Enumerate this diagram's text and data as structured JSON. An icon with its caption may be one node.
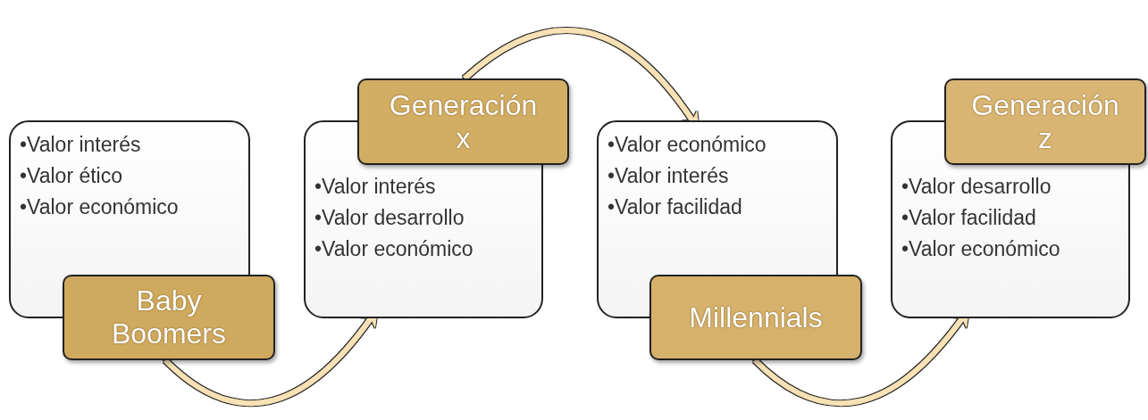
{
  "diagram": {
    "nodes": [
      {
        "text": [
          "•Valor interés",
          "•Valor ético",
          "•Valor económico"
        ]
      },
      {
        "text": [
          "Baby Boomers"
        ]
      },
      {
        "text": [
          "•Valor interés",
          "•Valor desarrollo",
          "•Valor económico"
        ]
      },
      {
        "text": [
          "Generación x"
        ]
      },
      {
        "text": [
          "•Valor económico",
          "•Valor interés",
          "•Valor facilidad"
        ]
      },
      {
        "text": [
          "Millennials"
        ]
      },
      {
        "text": [
          "•Valor desarrollo",
          "•Valor facilidad",
          "•Valor económico"
        ]
      },
      {
        "text": [
          "Generación z"
        ]
      }
    ],
    "edges": [
      {
        "from": 1,
        "to": 2,
        "arrow": "to"
      },
      {
        "from": 3,
        "to": 4,
        "arrow": "to"
      },
      {
        "from": 5,
        "to": 6,
        "arrow": "to"
      }
    ]
  }
}
